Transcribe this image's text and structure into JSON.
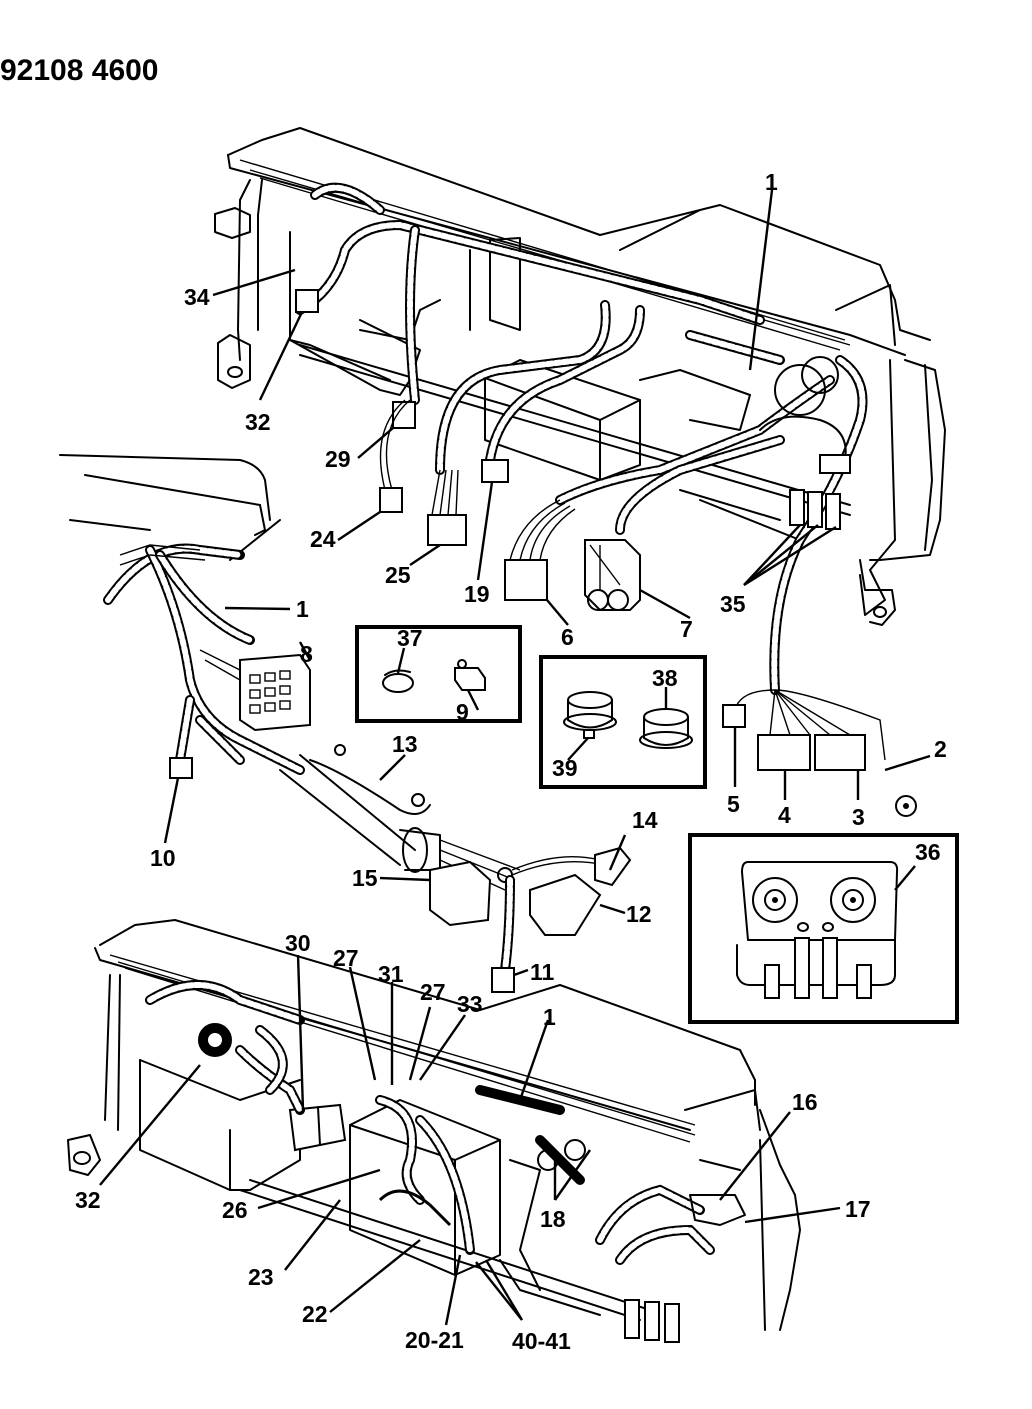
{
  "document": {
    "figure_number": "92108 4600",
    "subject": "Instrument panel wiring harness exploded view"
  },
  "callouts": [
    {
      "id": "c1a",
      "label": "1"
    },
    {
      "id": "c1b",
      "label": "1"
    },
    {
      "id": "c1c",
      "label": "1"
    },
    {
      "id": "c2",
      "label": "2"
    },
    {
      "id": "c3",
      "label": "3"
    },
    {
      "id": "c4",
      "label": "4"
    },
    {
      "id": "c5",
      "label": "5"
    },
    {
      "id": "c6",
      "label": "6"
    },
    {
      "id": "c7",
      "label": "7"
    },
    {
      "id": "c8",
      "label": "8"
    },
    {
      "id": "c9",
      "label": "9"
    },
    {
      "id": "c10",
      "label": "10"
    },
    {
      "id": "c11",
      "label": "11"
    },
    {
      "id": "c12",
      "label": "12"
    },
    {
      "id": "c13",
      "label": "13"
    },
    {
      "id": "c14",
      "label": "14"
    },
    {
      "id": "c15",
      "label": "15"
    },
    {
      "id": "c16",
      "label": "16"
    },
    {
      "id": "c17",
      "label": "17"
    },
    {
      "id": "c18",
      "label": "18"
    },
    {
      "id": "c19",
      "label": "19"
    },
    {
      "id": "c2021",
      "label": "20-21"
    },
    {
      "id": "c22",
      "label": "22"
    },
    {
      "id": "c23",
      "label": "23"
    },
    {
      "id": "c24",
      "label": "24"
    },
    {
      "id": "c25",
      "label": "25"
    },
    {
      "id": "c26",
      "label": "26"
    },
    {
      "id": "c27a",
      "label": "27"
    },
    {
      "id": "c27b",
      "label": "27"
    },
    {
      "id": "c29",
      "label": "29"
    },
    {
      "id": "c30",
      "label": "30"
    },
    {
      "id": "c31",
      "label": "31"
    },
    {
      "id": "c32a",
      "label": "32"
    },
    {
      "id": "c32b",
      "label": "32"
    },
    {
      "id": "c33",
      "label": "33"
    },
    {
      "id": "c34",
      "label": "34"
    },
    {
      "id": "c35",
      "label": "35"
    },
    {
      "id": "c36",
      "label": "36"
    },
    {
      "id": "c37",
      "label": "37"
    },
    {
      "id": "c38",
      "label": "38"
    },
    {
      "id": "c39",
      "label": "39"
    },
    {
      "id": "c4041",
      "label": "40-41"
    }
  ],
  "insets": [
    {
      "name": "switch-inset",
      "items": [
        "37",
        "9"
      ]
    },
    {
      "name": "flasher-inset",
      "items": [
        "38",
        "39"
      ]
    },
    {
      "name": "relay-module-inset",
      "items": [
        "36"
      ]
    }
  ]
}
